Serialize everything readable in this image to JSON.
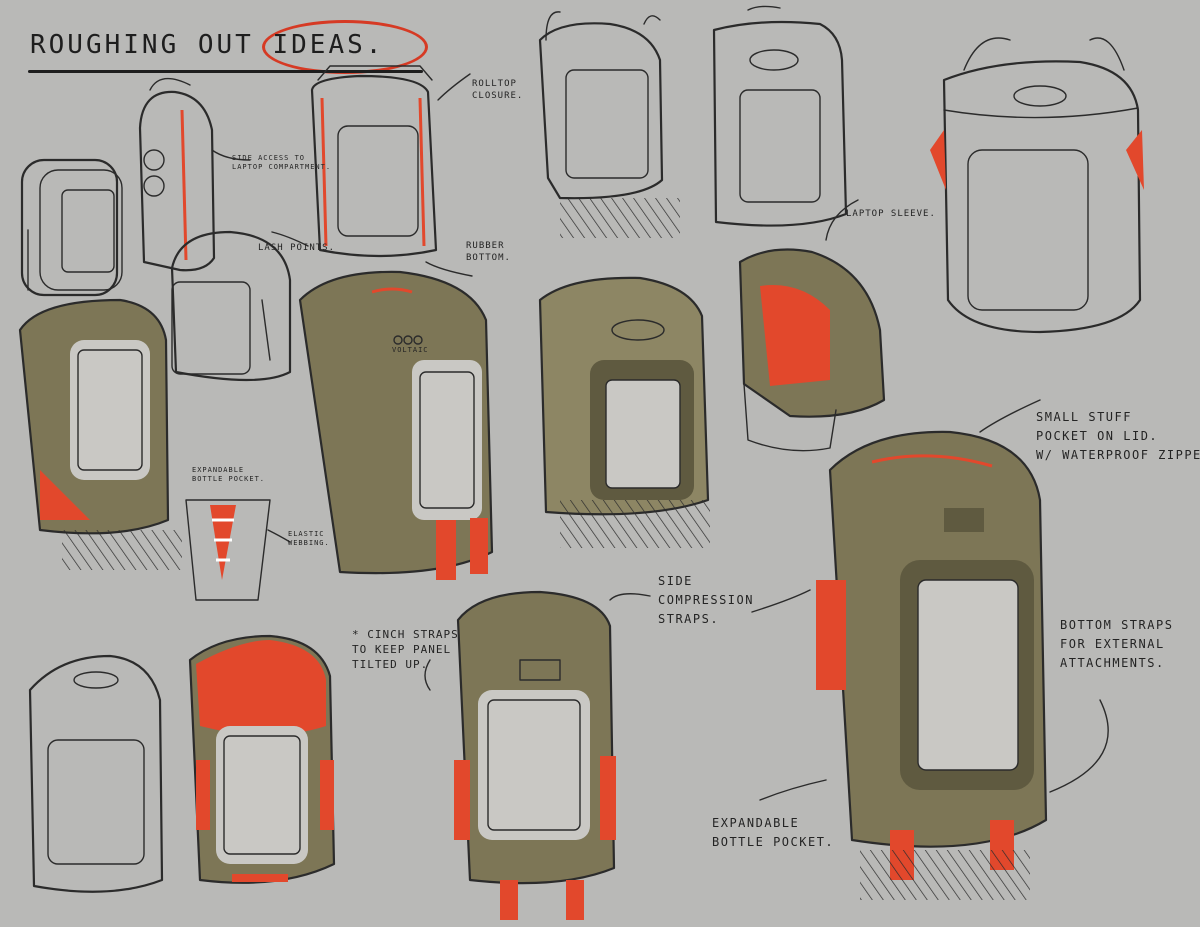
{
  "title": "ROUGHING OUT IDEAS.",
  "colors": {
    "paper": "#b9b9b7",
    "ink": "#2b2b2b",
    "olive_marker": "#7d7656",
    "accent_red": "#e2482c"
  },
  "annotations": {
    "rolltop": "ROLLTOP\nCLOSURE.",
    "side_access": "SIDE ACCESS TO\nLAPTOP COMPARTMENT.",
    "lash_points": "LASH POINTS.",
    "rubber_bottom": "RUBBER\nBOTTOM.",
    "laptop_sleeve": "LAPTOP SLEEVE.",
    "brand": "VOLTAIC",
    "expandable_bottle_small": "EXPANDABLE\nBOTTLE POCKET.",
    "elastic_webbing": "ELASTIC\nWEBBING.",
    "side_compression": "SIDE\nCOMPRESSION\nSTRAPS.",
    "cinch_straps": "* CINCH STRAPS\nTO KEEP PANEL\nTILTED UP.",
    "small_stuff": "SMALL STUFF\nPOCKET ON LID.\nW/ WATERPROOF ZIPPER.",
    "bottom_straps": "BOTTOM STRAPS\nFOR EXTERNAL\nATTACHMENTS.",
    "expandable_bottle_large": "EXPANDABLE\nBOTTLE POCKET."
  }
}
